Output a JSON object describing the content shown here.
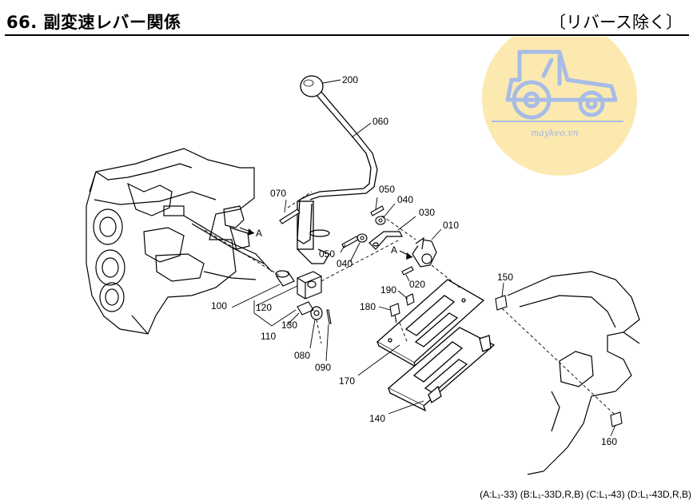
{
  "header": {
    "title": "66. 副変速レバー関係",
    "subtitle": "〔リバース除く〕"
  },
  "watermark": {
    "text": "maykeo.vn",
    "circle_color": "#fbe9b0",
    "logo_color": "#a7bce6"
  },
  "parts": {
    "p200": "200",
    "p060": "060",
    "p070": "070",
    "p050a": "050",
    "p040a": "040",
    "p030": "030",
    "p010": "010",
    "p050b": "050",
    "p040b": "040",
    "p020": "020",
    "pA1": "A",
    "pA2": "A",
    "p100": "100",
    "p120": "120",
    "p130": "130",
    "p110": "110",
    "p080": "080",
    "p090": "090",
    "p190": "190",
    "p180": "180",
    "p150": "150",
    "p170": "170",
    "p140": "140",
    "p160": "160"
  },
  "footer": {
    "text": "(A:L₁-33) (B:L₁-33D,R,B) (C:L₁-43) (D:L₁-43D,R,B)"
  }
}
